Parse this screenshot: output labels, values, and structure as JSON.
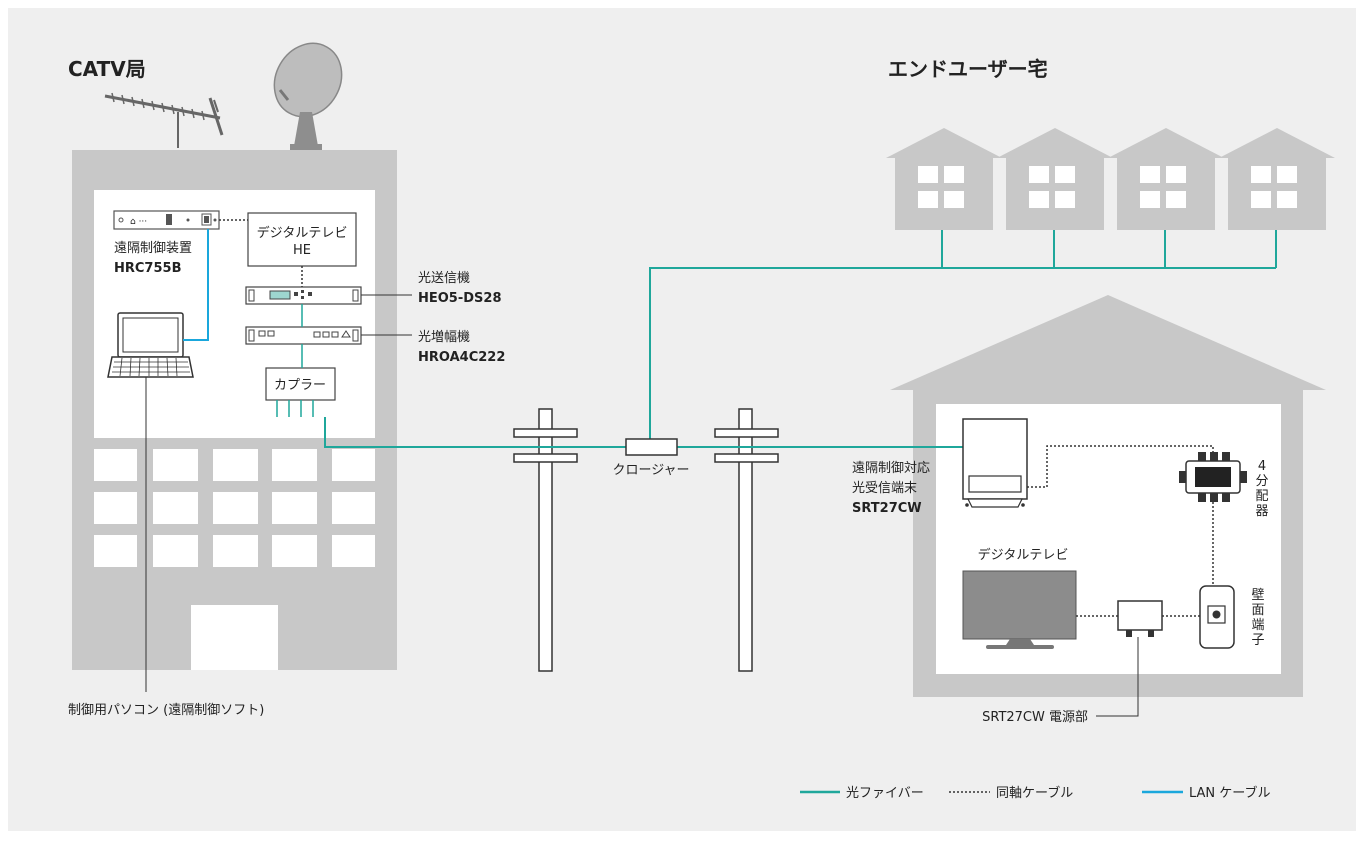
{
  "headings": {
    "catv": "CATV局",
    "enduser": "エンドユーザー宅"
  },
  "devices": {
    "remote_controller": {
      "name": "遠隔制御装置",
      "model": "HRC755B"
    },
    "digital_tv_he": {
      "line1": "デジタルテレビ",
      "line2": "HE"
    },
    "optical_transmitter": {
      "name": "光送信機",
      "model": "HEO5-DS28"
    },
    "optical_amplifier": {
      "name": "光増幅機",
      "model": "HROA4C222"
    },
    "coupler": {
      "name": "カプラー"
    },
    "control_pc": {
      "name": "制御用パソコン (遠隔制御ソフト)"
    },
    "closure": {
      "name": "クロージャー"
    },
    "receiver": {
      "line1": "遠隔制御対応",
      "line2": "光受信端末",
      "model": "SRT27CW"
    },
    "splitter": {
      "chars": [
        "4",
        "分",
        "配",
        "器"
      ]
    },
    "tv": {
      "name": "デジタルテレビ"
    },
    "wall_outlet": {
      "chars": [
        "壁",
        "面",
        "端",
        "子"
      ]
    },
    "power_unit": {
      "name": "SRT27CW 電源部"
    }
  },
  "legend": {
    "fiber": "光ファイバー",
    "coax": "同軸ケーブル",
    "lan": "LAN ケーブル"
  },
  "colors": {
    "fiber": "#1fa79b",
    "lan": "#1aa7dc",
    "building": "#c8c8c8",
    "background": "#efefef"
  }
}
